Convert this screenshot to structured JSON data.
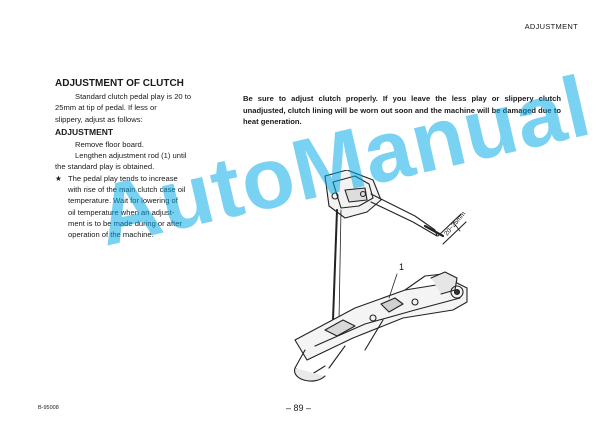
{
  "header": {
    "section": "ADJUSTMENT"
  },
  "left": {
    "title": "ADJUSTMENT OF CLUTCH",
    "intro": [
      "Standard clutch pedal play is 20 to",
      "25mm at tip of pedal. If less or",
      "slippery, adjust as follows:"
    ],
    "subtitle": "ADJUSTMENT",
    "steps": [
      "Remove floor board.",
      "Lengthen adjustment rod (1) until",
      "the standard play is obtained."
    ],
    "note_marker": "★",
    "note_lines": [
      "The pedal play tends to increase",
      "with rise of the main clutch case oil",
      "temperature. Wait for lowering of",
      "oil temperature when an adjust-",
      "ment is to be made during or after",
      "operation of the machine."
    ]
  },
  "right": {
    "warning": "Be sure to adjust clutch properly. If you leave the less play or slippery clutch unadjusted, clutch lining will be worn out soon and the machine will be damaged due to heat generation."
  },
  "figure": {
    "callout": "1",
    "dimension": "20~25mm"
  },
  "footer": {
    "page": "– 89 –",
    "code": "B-95008"
  },
  "watermark": {
    "text": "AutoManual",
    "color": "#00a8e8"
  }
}
